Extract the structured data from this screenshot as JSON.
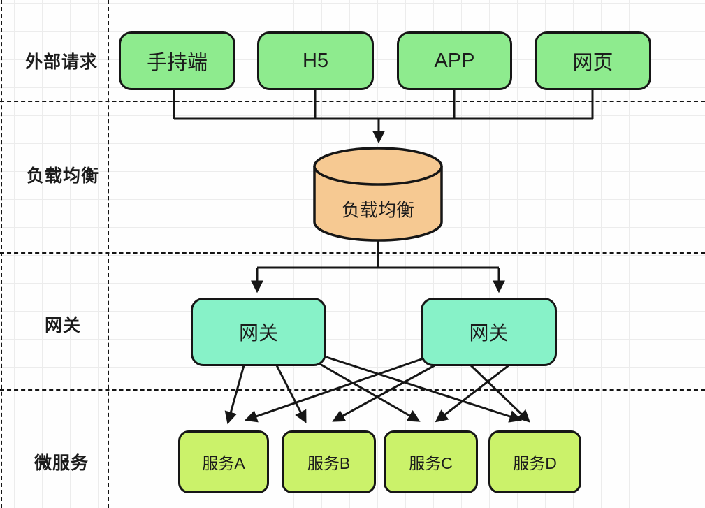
{
  "lanes": [
    {
      "label": "外部请求"
    },
    {
      "label": "负载均衡"
    },
    {
      "label": "网关"
    },
    {
      "label": "微服务"
    }
  ],
  "clients": [
    {
      "label": "手持端"
    },
    {
      "label": "H5"
    },
    {
      "label": "APP"
    },
    {
      "label": "网页"
    }
  ],
  "load_balancer": {
    "label": "负载均衡",
    "shape": "cylinder"
  },
  "gateways": [
    {
      "label": "网关"
    },
    {
      "label": "网关"
    }
  ],
  "services": [
    {
      "label": "服务A"
    },
    {
      "label": "服务B"
    },
    {
      "label": "服务C"
    },
    {
      "label": "服务D"
    }
  ],
  "colors": {
    "client-fill": "#8eeb8e",
    "gateway-fill": "#87f2c8",
    "service-fill": "#cbf26a",
    "lb-fill": "#f6c992",
    "line": "#161616",
    "grid": "#ececec"
  }
}
